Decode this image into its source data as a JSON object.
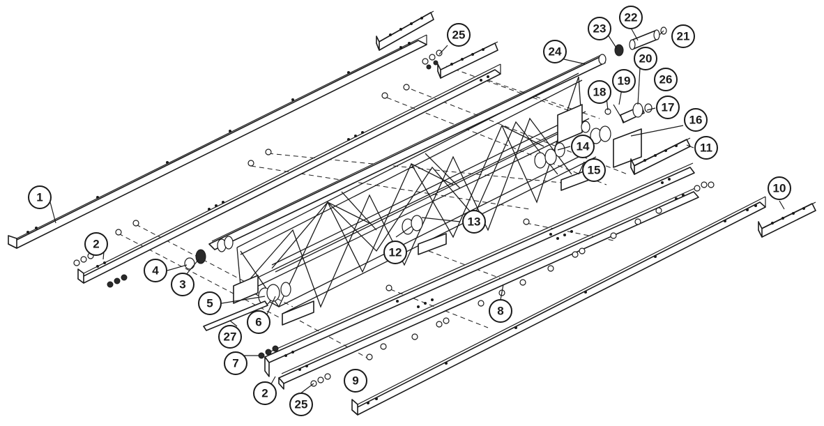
{
  "callouts": [
    {
      "label": "1"
    },
    {
      "label": "2"
    },
    {
      "label": "3"
    },
    {
      "label": "4"
    },
    {
      "label": "5"
    },
    {
      "label": "6"
    },
    {
      "label": "7"
    },
    {
      "label": "8"
    },
    {
      "label": "9"
    },
    {
      "label": "10"
    },
    {
      "label": "11"
    },
    {
      "label": "12"
    },
    {
      "label": "13"
    },
    {
      "label": "14"
    },
    {
      "label": "15"
    },
    {
      "label": "16"
    },
    {
      "label": "17"
    },
    {
      "label": "18"
    },
    {
      "label": "19"
    },
    {
      "label": "20"
    },
    {
      "label": "21"
    },
    {
      "label": "22"
    },
    {
      "label": "23"
    },
    {
      "label": "24"
    },
    {
      "label": "25"
    },
    {
      "label": "26"
    },
    {
      "label": "27"
    },
    {
      "label": "2"
    },
    {
      "label": "25"
    }
  ],
  "colors": {
    "line": "#1a1a1a",
    "background": "#ffffff"
  }
}
